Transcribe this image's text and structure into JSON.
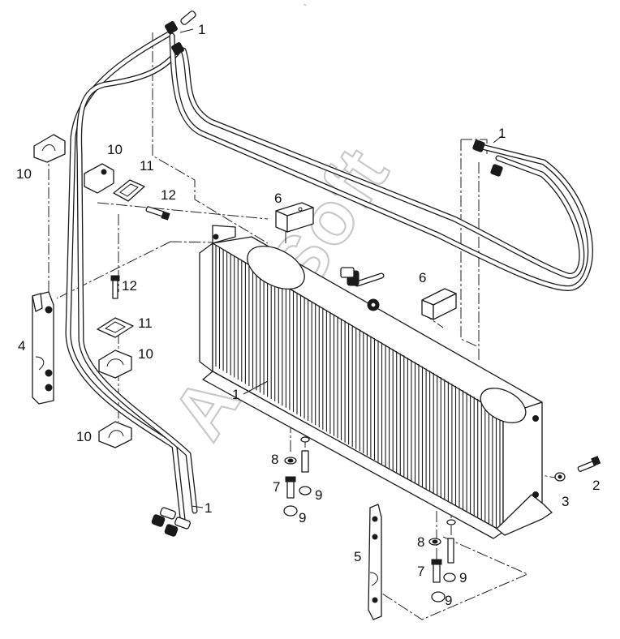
{
  "diagram": {
    "watermark": "AutoSoft",
    "header_mark": "~",
    "callouts": {
      "hose_top": "1",
      "hose_right": "1",
      "hose_bottom": "1",
      "hose_center": "1",
      "bolt_right": "2",
      "washer_right": "3",
      "bracket_left": "4",
      "bracket_bottom": "5",
      "block_upper": "6",
      "block_right": "6",
      "bolt_left_a": "7",
      "bolt_left_b": "7",
      "washer_left_a": "8",
      "washer_left_b": "8",
      "bushing_a1": "9",
      "bushing_a2": "9",
      "bushing_b1": "9",
      "bushing_b2": "9",
      "clamp_tl_a": "10",
      "clamp_tl_b": "10",
      "clamp_mid": "10",
      "clamp_bottom": "10",
      "plate_upper": "11",
      "plate_lower": "11",
      "screw_upper": "12",
      "screw_lower": "12"
    }
  }
}
